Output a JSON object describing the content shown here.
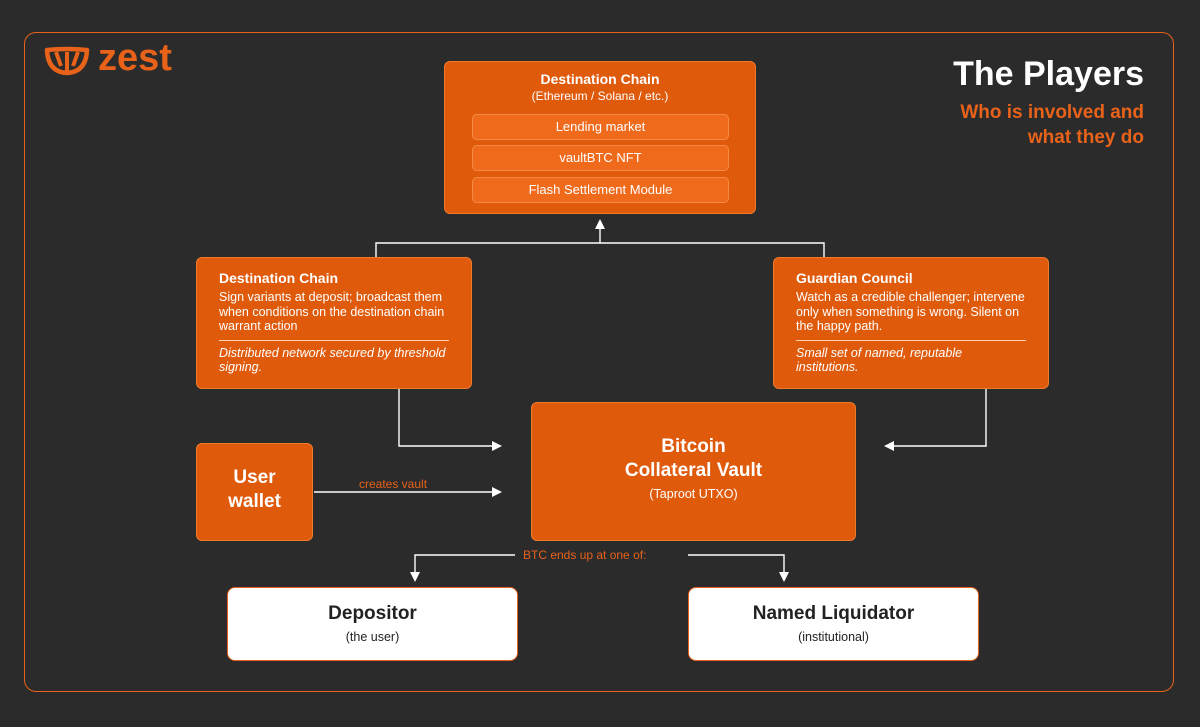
{
  "brand": {
    "name": "zest",
    "accent": "#e8621a"
  },
  "header": {
    "title": "The Players",
    "subtitle": "Who is involved and what they do"
  },
  "destination_top": {
    "title": "Destination Chain",
    "subtitle": "(Ethereum / Solana / etc.)",
    "modules": [
      "Lending market",
      "vaultBTC NFT",
      "Flash Settlement Module"
    ]
  },
  "destination_left": {
    "title": "Destination Chain",
    "description": "Sign variants at deposit; broadcast them when conditions on the destination chain warrant action",
    "note": "Distributed network secured by threshold signing."
  },
  "guardian": {
    "title": "Guardian Council",
    "description": "Watch as a credible challenger; intervene only when something is wrong. Silent on the happy path.",
    "note": "Small set of named, reputable institutions."
  },
  "vault": {
    "title_line1": "Bitcoin",
    "title_line2": "Collateral Vault",
    "subtitle": "(Taproot UTXO)"
  },
  "wallet": {
    "line1": "User",
    "line2": "wallet"
  },
  "edges": {
    "creates_vault": "creates vault",
    "btc_ends": "BTC ends up at one of:"
  },
  "depositor": {
    "title": "Depositor",
    "subtitle": "(the user)"
  },
  "liquidator": {
    "title": "Named Liquidator",
    "subtitle": "(institutional)"
  }
}
